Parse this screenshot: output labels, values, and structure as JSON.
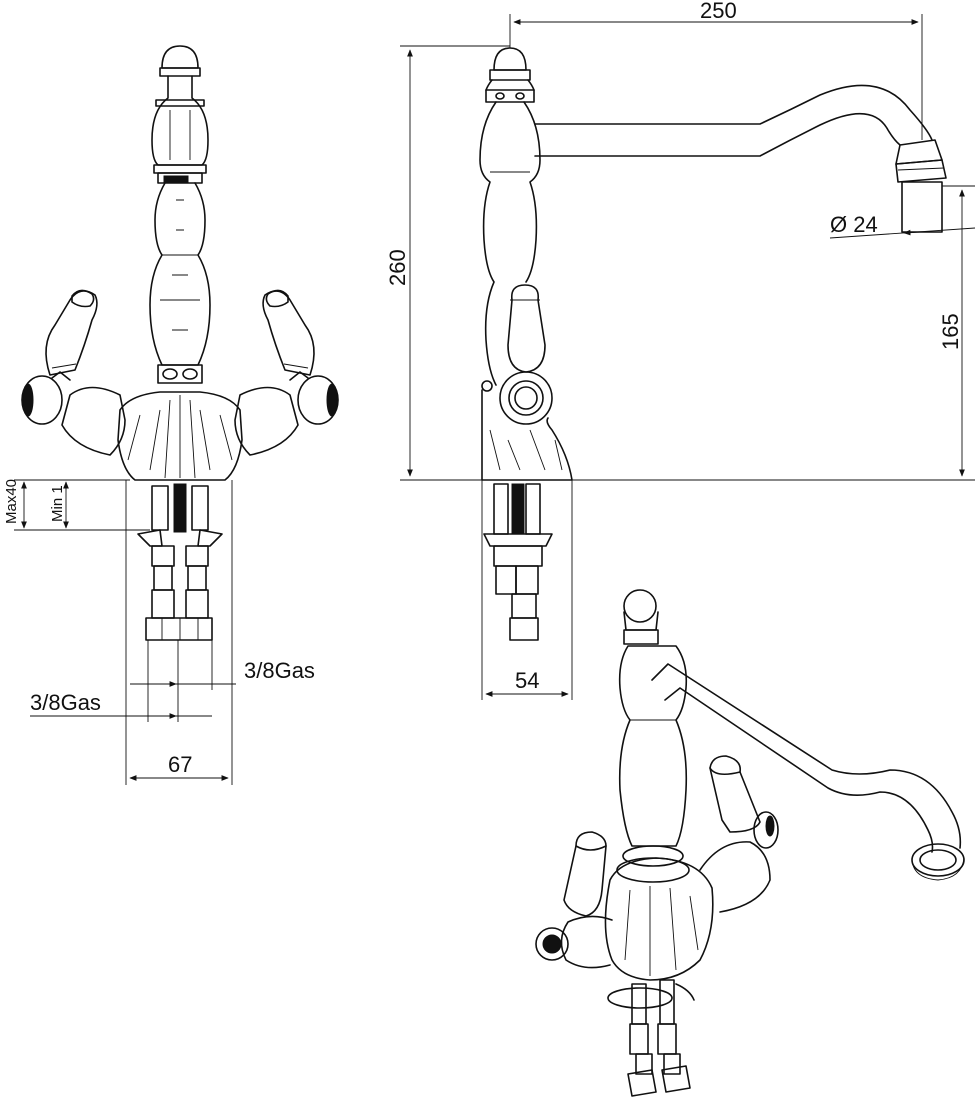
{
  "dimensions": {
    "width_250": "250",
    "height_260": "260",
    "height_165": "165",
    "diameter_24": "Ø 24",
    "depth_54": "54",
    "width_67": "67",
    "max40": "Max40",
    "min1": "Min 1",
    "gas_right": "3/8Gas",
    "gas_left": "3/8Gas"
  },
  "colors": {
    "line": "#111111",
    "background": "#ffffff"
  }
}
